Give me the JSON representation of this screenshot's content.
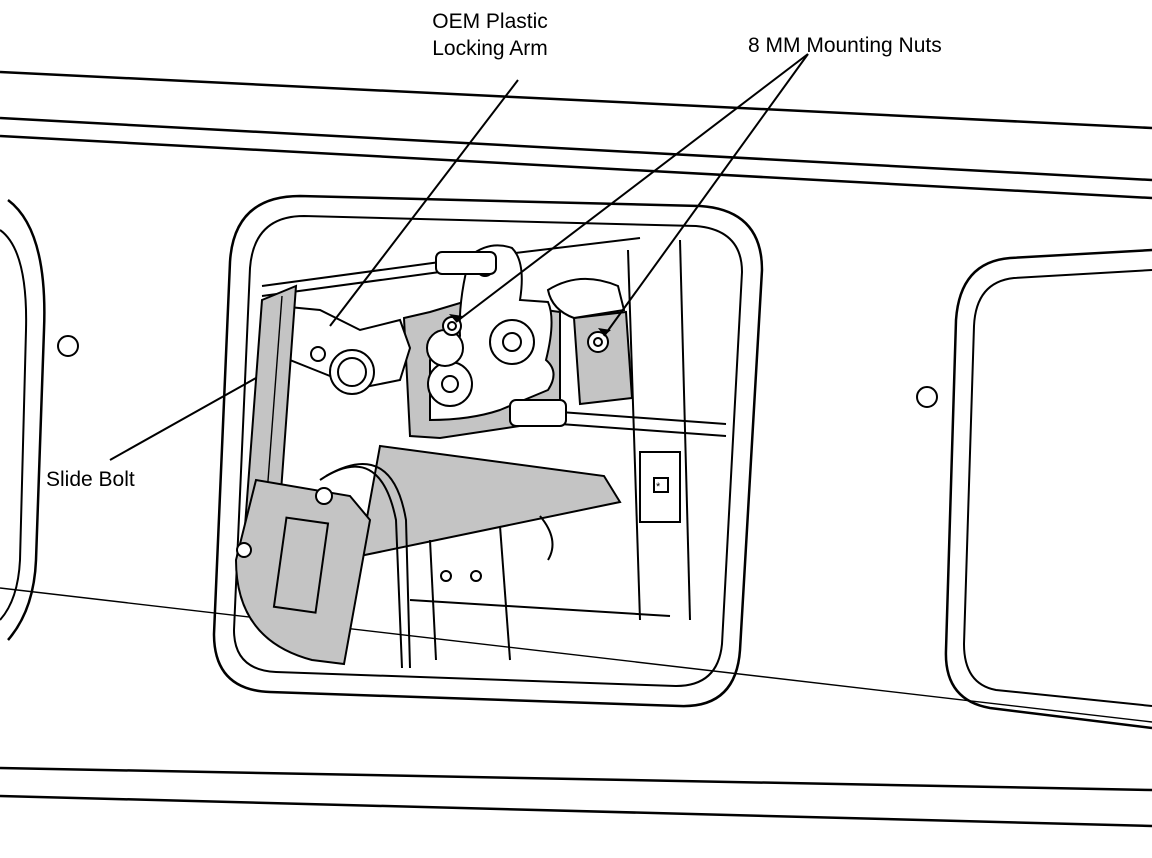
{
  "labels": {
    "locking_arm_line1": "OEM Plastic",
    "locking_arm_line2": "Locking Arm",
    "mounting_nuts": "8 MM Mounting Nuts",
    "slide_bolt": "Slide Bolt"
  }
}
